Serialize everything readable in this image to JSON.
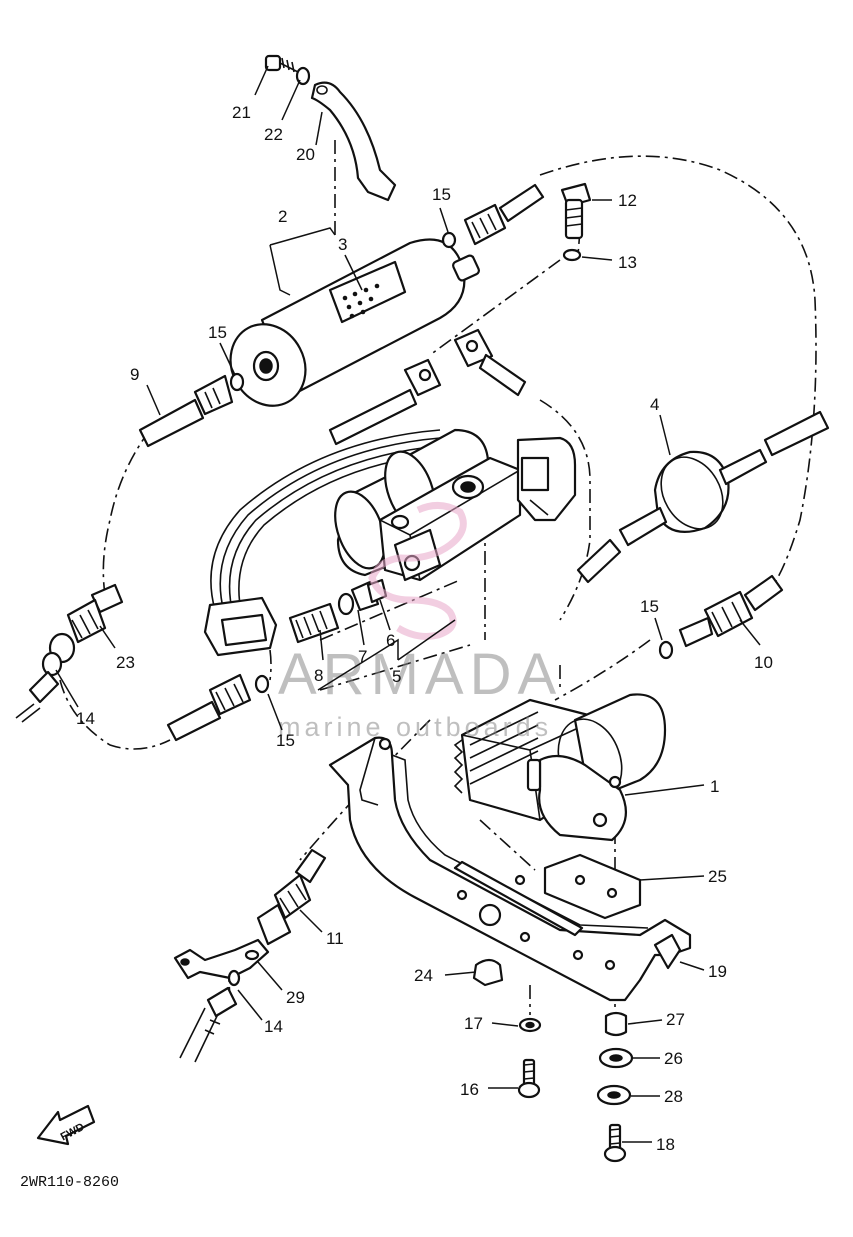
{
  "callouts": [
    {
      "id": "21",
      "label": "21"
    },
    {
      "id": "22",
      "label": "22"
    },
    {
      "id": "20",
      "label": "20"
    },
    {
      "id": "2",
      "label": "2"
    },
    {
      "id": "3",
      "label": "3"
    },
    {
      "id": "15a",
      "label": "15"
    },
    {
      "id": "12",
      "label": "12"
    },
    {
      "id": "13",
      "label": "13"
    },
    {
      "id": "15b",
      "label": "15"
    },
    {
      "id": "9",
      "label": "9"
    },
    {
      "id": "4",
      "label": "4"
    },
    {
      "id": "23",
      "label": "23"
    },
    {
      "id": "14a",
      "label": "14"
    },
    {
      "id": "8",
      "label": "8"
    },
    {
      "id": "7",
      "label": "7"
    },
    {
      "id": "6",
      "label": "6"
    },
    {
      "id": "5",
      "label": "5"
    },
    {
      "id": "15c",
      "label": "15"
    },
    {
      "id": "15d",
      "label": "15"
    },
    {
      "id": "10",
      "label": "10"
    },
    {
      "id": "1",
      "label": "1"
    },
    {
      "id": "25",
      "label": "25"
    },
    {
      "id": "11",
      "label": "11"
    },
    {
      "id": "29",
      "label": "29"
    },
    {
      "id": "14b",
      "label": "14"
    },
    {
      "id": "24",
      "label": "24"
    },
    {
      "id": "19",
      "label": "19"
    },
    {
      "id": "17",
      "label": "17"
    },
    {
      "id": "27",
      "label": "27"
    },
    {
      "id": "26",
      "label": "26"
    },
    {
      "id": "16",
      "label": "16"
    },
    {
      "id": "28",
      "label": "28"
    },
    {
      "id": "18",
      "label": "18"
    }
  ],
  "watermark": {
    "brand": "ARMADA",
    "tagline": "marine outboards"
  },
  "drawing_code": "2WR110-8260",
  "direction_label": "FWD",
  "colors": {
    "ink": "#111111",
    "watermark_gray": "#8c8c8c",
    "watermark_pink": "#e8a6c8",
    "background": "#ffffff"
  }
}
